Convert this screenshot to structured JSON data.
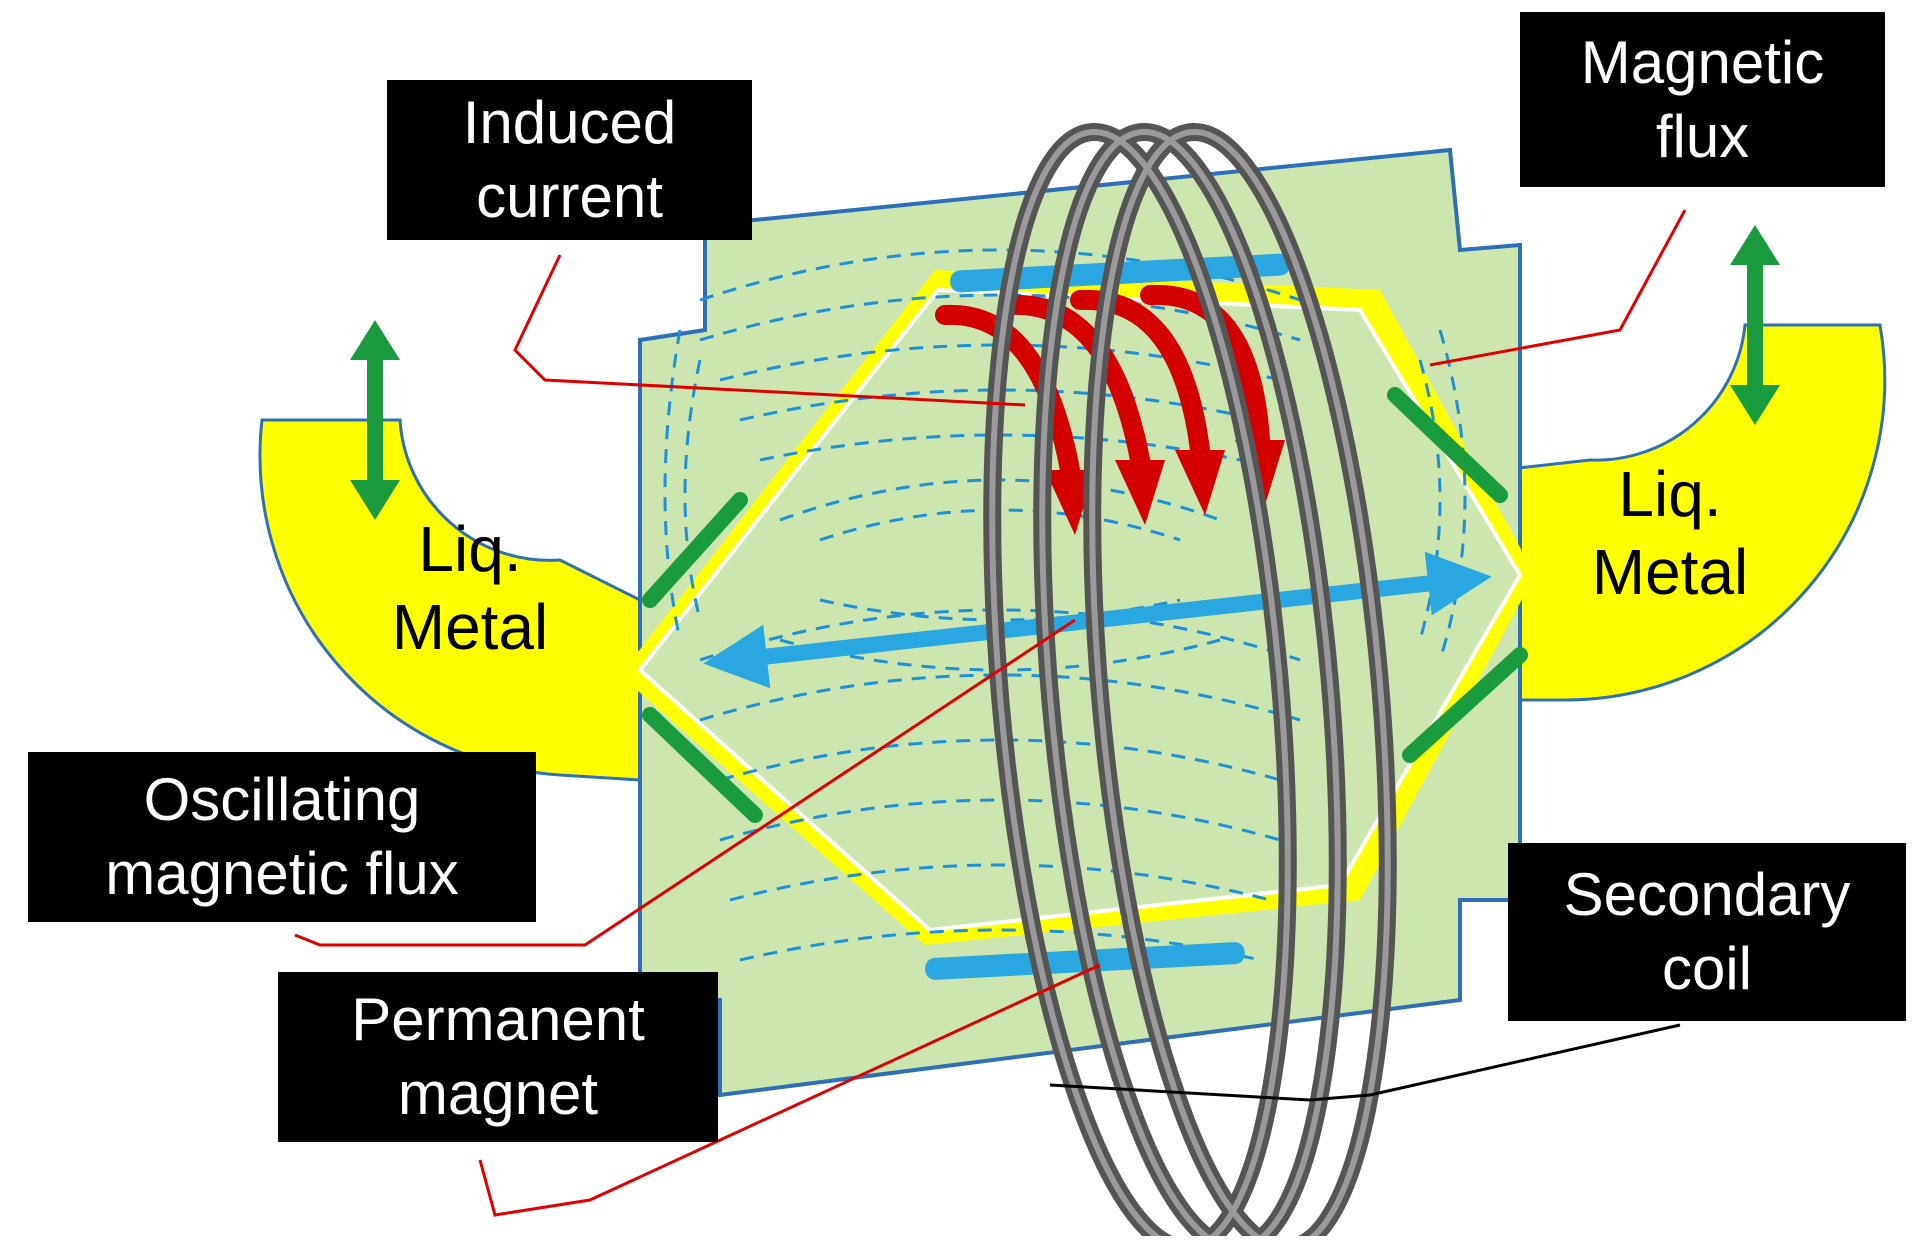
{
  "labels": {
    "induced_current": [
      "Induced",
      "current"
    ],
    "magnetic_flux": [
      "Magnetic",
      "flux"
    ],
    "oscillating_flux": [
      "Oscillating",
      "magnetic flux"
    ],
    "permanent_magnet": [
      "Permanent",
      "magnet"
    ],
    "secondary_coil": [
      "Secondary",
      "coil"
    ],
    "liq_metal_left": [
      "Liq.",
      "Metal"
    ],
    "liq_metal_right": [
      "Liq.",
      "Metal"
    ]
  },
  "colors": {
    "plate": "#cde6b0",
    "liquid_metal": "#ffff00",
    "flux_lines": "#1e90d6",
    "magnet": "#2aa7e0",
    "induced_current": "#d40000",
    "oscillation_arrows": "#1a9b3e",
    "coil": "#5a5a5a",
    "leader_lines": "#e00000"
  }
}
